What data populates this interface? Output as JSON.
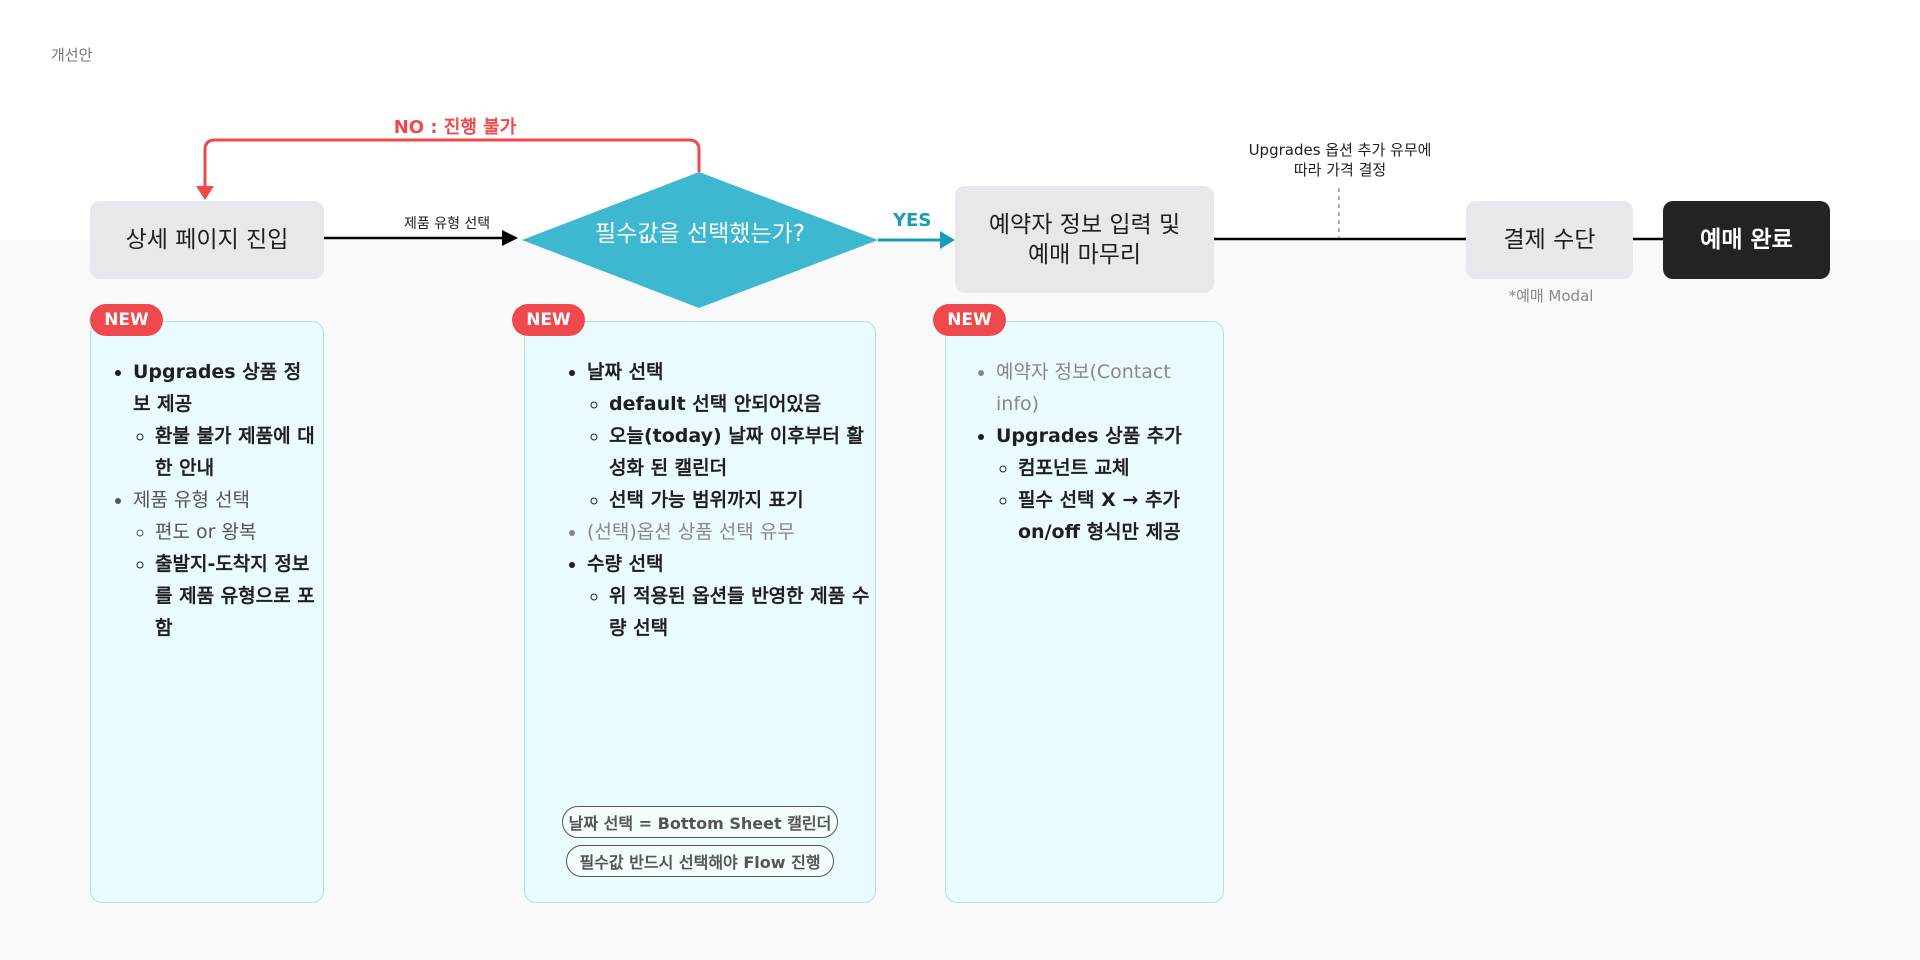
{
  "page_label": "개선안",
  "nodes": {
    "detail_page": "상세 페이지 진입",
    "decision": "필수값을 선택했는가?",
    "reservation_line1": "예약자 정보 입력 및",
    "reservation_line2": "예매 마무리",
    "payment": "결제 수단",
    "complete": "예매 완료"
  },
  "edge_labels": {
    "product_type": "제품 유형 선택",
    "no": "NO : 진행 불가",
    "yes": "YES",
    "upgrades_note_line1": "Upgrades 옵션 추가 유무에",
    "upgrades_note_line2": "따라 가격 결정",
    "modal_note": "*예매 Modal"
  },
  "badge_label": "NEW",
  "panels": {
    "left": [
      {
        "text": "Upgrades 상품 정보 제공",
        "style": "b",
        "children": [
          {
            "text": "환불 불가 제품에 대한 안내",
            "style": "b"
          }
        ]
      },
      {
        "text": "제품 유형 선택",
        "style": "n",
        "children": [
          {
            "text": "편도 or 왕복",
            "style": "n"
          },
          {
            "text": "출발지-도착지 정보를 제품 유형으로 포함",
            "style": "b"
          }
        ]
      }
    ],
    "middle": [
      {
        "text": "날짜 선택",
        "style": "b",
        "children": [
          {
            "text": "default 선택 안되어있음",
            "style": "b"
          },
          {
            "text": "오늘(today) 날짜 이후부터 활성화 된 캘린더",
            "style": "b"
          },
          {
            "text": "선택 가능 범위까지 표기",
            "style": "b"
          }
        ]
      },
      {
        "text": "(선택)옵션 상품 선택 유무",
        "style": "muted",
        "children": []
      },
      {
        "text": "수량 선택",
        "style": "b",
        "children": [
          {
            "text": "위 적용된 옵션들 반영한 제품 수량 선택",
            "style": "b"
          }
        ]
      }
    ],
    "right": [
      {
        "text": "예약자 정보(Contact info)",
        "style": "muted",
        "children": []
      },
      {
        "text": "Upgrades 상품 추가",
        "style": "b",
        "children": [
          {
            "text": "컴포넌트 교체",
            "style": "b"
          },
          {
            "text": "필수 선택 X → 추가 on/off 형식만 제공",
            "style": "b"
          }
        ]
      }
    ]
  },
  "pills": {
    "bottom_sheet": "날짜 선택 = Bottom Sheet 캘린더",
    "required_flow": "필수값 반드시 선택해야 Flow 진행"
  },
  "colors": {
    "decision_fill": "#3db8d0",
    "no_branch": "#ee4a4d",
    "yes_branch": "#1a9bb6",
    "badge": "#ee4a4d",
    "panel_fill": "#eafbfd",
    "panel_border": "#a8e3ef",
    "node_fill": "#e8e8ec",
    "final_node_fill": "#232325"
  }
}
